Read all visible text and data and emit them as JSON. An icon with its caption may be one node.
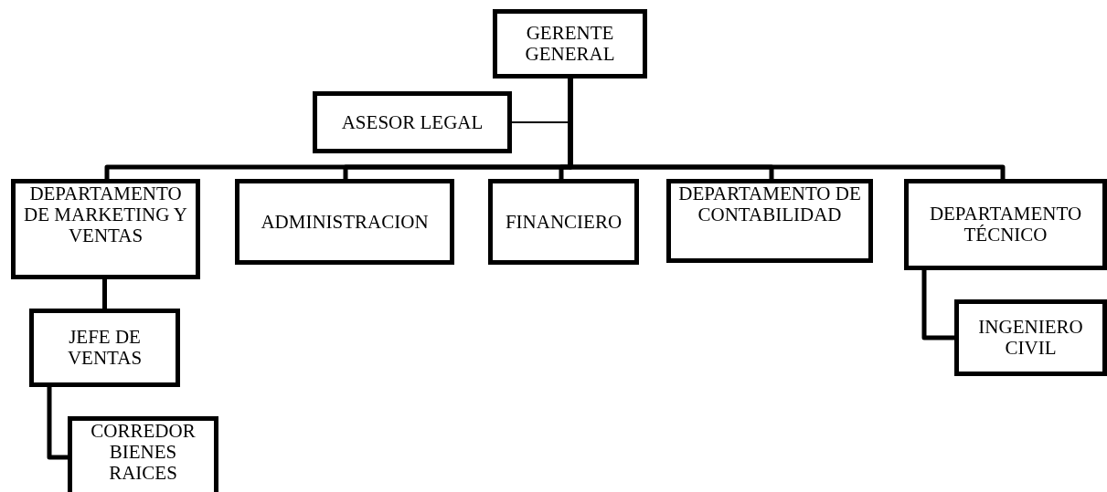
{
  "diagram": {
    "nodes": [
      {
        "text": [
          "GERENTE GENERAL"
        ]
      },
      {
        "text": [
          "ASESOR LEGAL"
        ]
      },
      {
        "text": [
          "DEPARTAMENTO DE MARKETING Y VENTAS"
        ]
      },
      {
        "text": [
          "ADMINISTRACION"
        ]
      },
      {
        "text": [
          "FINANCIERO"
        ]
      },
      {
        "text": [
          "DEPARTAMENTO DE CONTABILIDAD"
        ]
      },
      {
        "text": [
          "DEPARTAMENTO TÉCNICO"
        ]
      },
      {
        "text": [
          "JEFE DE VENTAS"
        ]
      },
      {
        "text": [
          "CORREDOR BIENES RAICES"
        ]
      },
      {
        "text": [
          "INGENIERO CIVIL"
        ]
      }
    ],
    "edges": [
      {
        "from": 0,
        "to": 1,
        "arrow": "none"
      },
      {
        "from": 0,
        "to": 2,
        "arrow": "none"
      },
      {
        "from": 0,
        "to": 3,
        "arrow": "none"
      },
      {
        "from": 0,
        "to": 4,
        "arrow": "none"
      },
      {
        "from": 0,
        "to": 5,
        "arrow": "none"
      },
      {
        "from": 0,
        "to": 6,
        "arrow": "none"
      },
      {
        "from": 2,
        "to": 7,
        "arrow": "none"
      },
      {
        "from": 7,
        "to": 8,
        "arrow": "none"
      },
      {
        "from": 6,
        "to": 9,
        "arrow": "none"
      }
    ]
  }
}
